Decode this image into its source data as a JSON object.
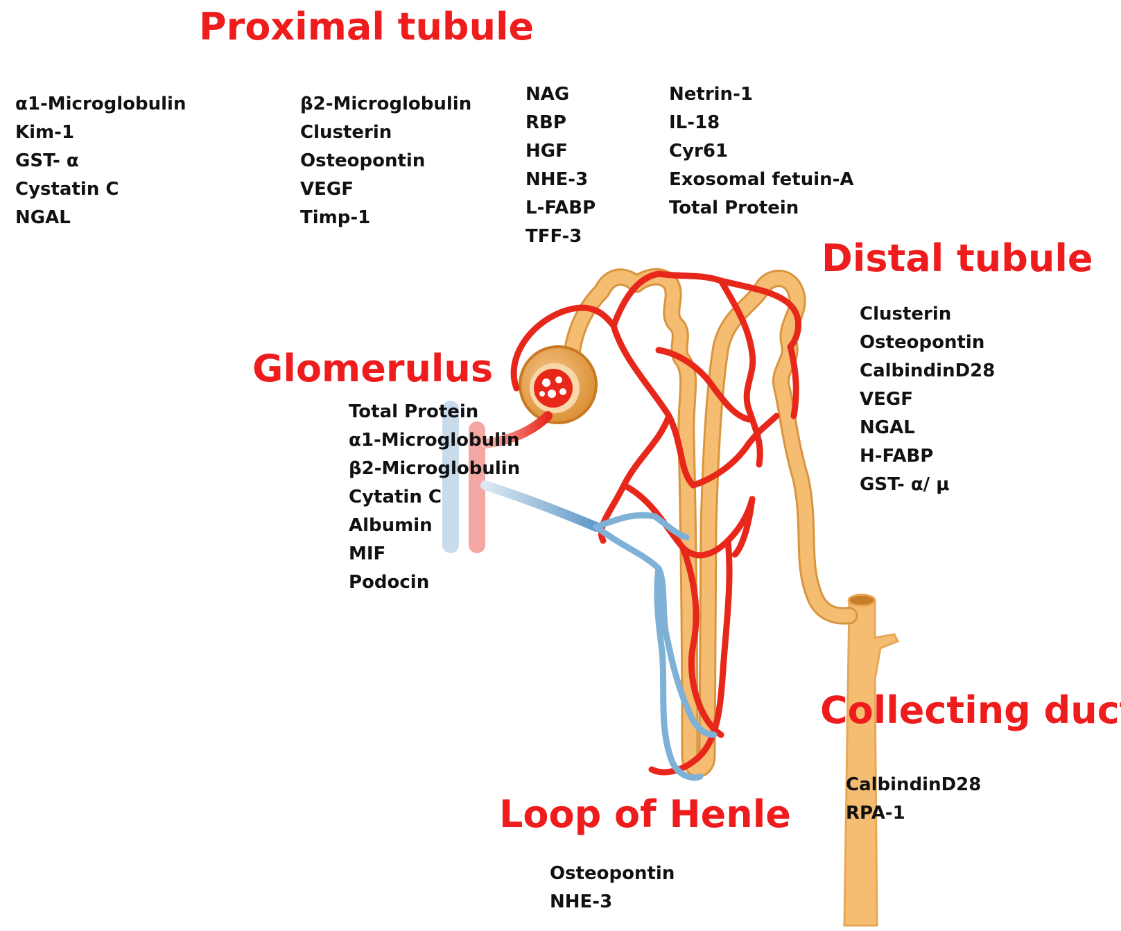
{
  "colors": {
    "title": "#ee1c1c",
    "text": "#111111",
    "artery": "#e8271b",
    "vein": "#7fb0d6",
    "tubule": "#f5bd72",
    "tubule_edge": "#d9953e",
    "capsule": "#d98a2a"
  },
  "sections": {
    "proximal": {
      "title": "Proximal tubule",
      "col1": [
        "α1-Microglobulin",
        "Kim-1",
        "GST- α",
        "Cystatin C",
        "NGAL"
      ],
      "col2": [
        "β2-Microglobulin",
        "Clusterin",
        "Osteopontin",
        "VEGF",
        "Timp-1"
      ],
      "col3": [
        "NAG",
        "RBP",
        "HGF",
        "NHE-3",
        "L-FABP",
        "TFF-3"
      ],
      "col4": [
        "Netrin-1",
        "IL-18",
        "Cyr61",
        "Exosomal fetuin-A",
        "Total Protein"
      ]
    },
    "distal": {
      "title": "Distal tubule",
      "items": [
        "Clusterin",
        "Osteopontin",
        "CalbindinD28",
        "VEGF",
        "NGAL",
        "H-FABP",
        "GST- α/ μ"
      ]
    },
    "glomerulus": {
      "title": "Glomerulus",
      "items": [
        "Total Protein",
        "α1-Microglobulin",
        "β2-Microglobulin",
        "Cytatin C",
        "Albumin",
        "MIF",
        "Podocin"
      ]
    },
    "collecting": {
      "title": "Collecting duct",
      "items": [
        "CalbindinD28",
        "RPA-1"
      ]
    },
    "henle": {
      "title": "Loop of Henle",
      "items": [
        "Osteopontin",
        "NHE-3"
      ]
    }
  }
}
